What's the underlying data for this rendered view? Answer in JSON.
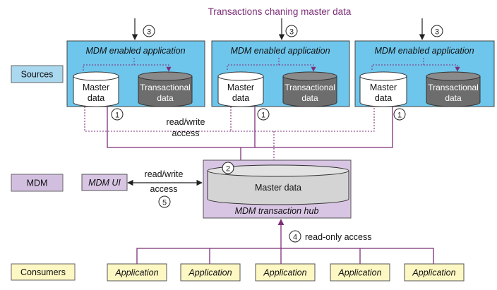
{
  "title": "Transactions chaning master data",
  "layers": {
    "sources": "Sources",
    "mdm": "MDM",
    "consumers": "Consumers"
  },
  "source_app": {
    "title": "MDM enabled application",
    "master_line1": "Master",
    "master_line2": "data",
    "trans_line1": "Transactional",
    "trans_line2": "data"
  },
  "markers": {
    "one": "1",
    "two": "2",
    "three": "3",
    "four": "4",
    "five": "5"
  },
  "access": {
    "rw_line1": "read/write",
    "rw_line2": "access",
    "ui_line1": "read/write",
    "ui_line2": "access",
    "readonly": "read-only access"
  },
  "hub": {
    "db_label": "Master data",
    "title": "MDM transaction hub"
  },
  "mdm_ui": "MDM UI",
  "consumers": [
    "Application",
    "Application",
    "Application",
    "Application",
    "Application"
  ],
  "colors": {
    "source_fill": "#6ec6ec",
    "layer_fill": "#a9d8ef",
    "hub_fill": "#d8c5e3",
    "mdm_label_fill": "#d2bfe0",
    "consumer_fill": "#fdf7c3",
    "purple_line": "#7d2f78",
    "title_text": "#7d2f78",
    "dark_db": "#6d6d6d",
    "hub_db": "#d4d4d4"
  }
}
